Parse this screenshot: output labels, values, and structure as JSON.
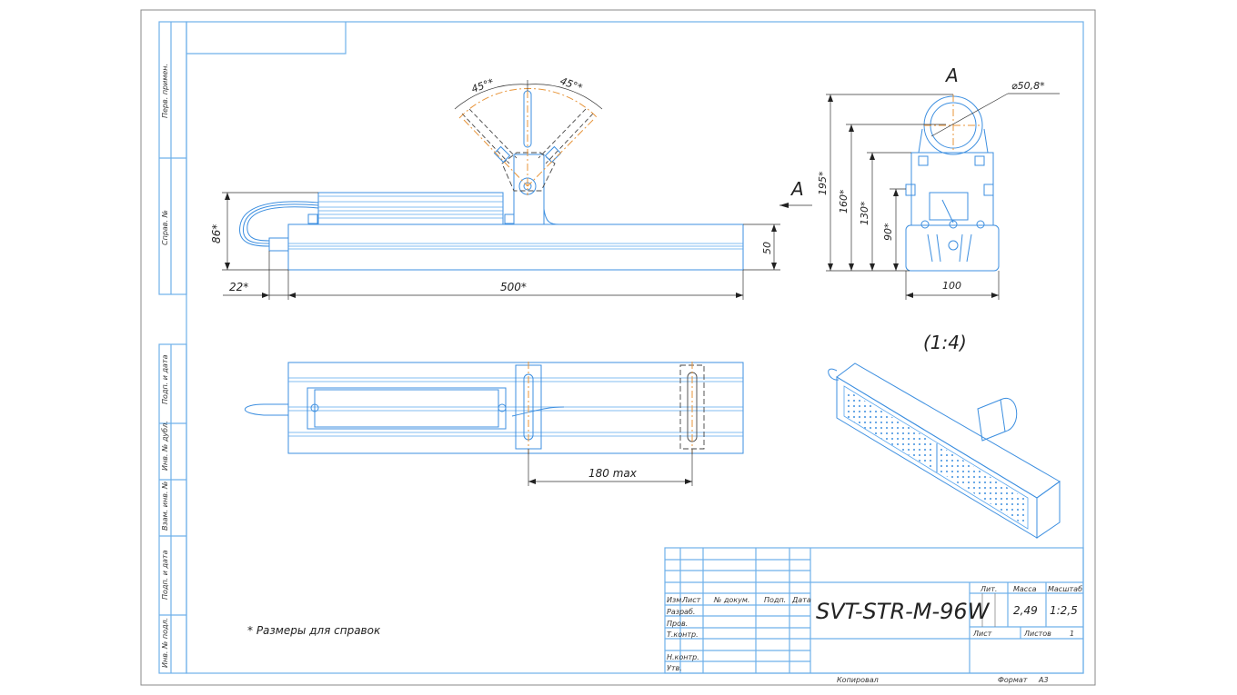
{
  "colors": {
    "outline_blue": "#3d8fe0",
    "frame_blue": "#6fb0ea",
    "axis_orange": "#e8953a",
    "dimension_black": "#333333",
    "sheet_border": "#888888"
  },
  "side_strip": {
    "labels": [
      "Перв. примен.",
      "Справ. №",
      "Подп. и дата",
      "Инв. № дубл.",
      "Взам. инв. №",
      "Подп. и дата",
      "Инв. № подл."
    ]
  },
  "front_view": {
    "dims": {
      "angle_left": "45°*",
      "angle_right": "45°*",
      "height": "86*",
      "cable_offset": "22*",
      "length": "500*",
      "body_height": "50"
    }
  },
  "section_view": {
    "section_label": "A",
    "arrow_label": "A",
    "dims": {
      "diameter": "⌀50,8*",
      "h195": "195*",
      "h160": "160*",
      "h130": "130*",
      "h90": "90*",
      "width": "100"
    }
  },
  "top_view": {
    "dims": {
      "bracket_spacing": "180 max"
    }
  },
  "iso_view": {
    "scale_label": "(1:4)"
  },
  "note": "* Размеры для справок",
  "title_block": {
    "designation": "SVT-STR-M-96W",
    "header": [
      "Изм.",
      "Лист",
      "№ докум.",
      "Подп.",
      "Дата"
    ],
    "roles": [
      "Разраб.",
      "Пров.",
      "Т.контр.",
      "",
      "Н.контр.",
      "Утв."
    ],
    "lit_label": "Лит.",
    "mass_label": "Масса",
    "scale_label": "Масштаб",
    "mass_value": "2,49",
    "scale_value": "1:2,5",
    "sheet_label": "Лист",
    "sheets_label": "Листов",
    "sheets_value": "1",
    "copied_label": "Копировал",
    "format_label": "Формат",
    "format_value": "A3"
  }
}
